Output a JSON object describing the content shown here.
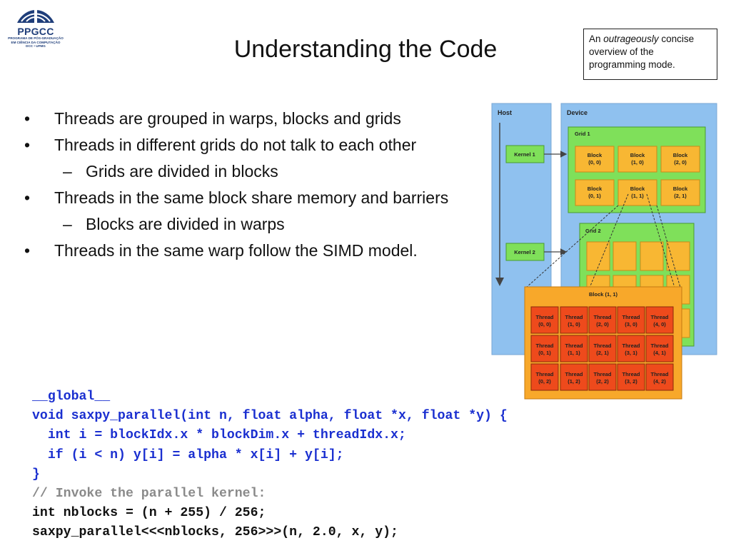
{
  "logo": {
    "name": "PPGCC",
    "line2": "PROGRAMA DE PÓS-GRADUAÇÃO",
    "line3": "EM CIÊNCIA DA COMPUTAÇÃO",
    "line4": "DCC • UFMG"
  },
  "slide": {
    "title": "Understanding the Code"
  },
  "note": {
    "before": "An ",
    "emphasis": "outrageously",
    "after": " concise overview of the programming mode."
  },
  "bullets": [
    {
      "level": 1,
      "text": "Threads are grouped in warps, blocks and grids"
    },
    {
      "level": 1,
      "text": "Threads in different grids do not talk to each other"
    },
    {
      "level": 2,
      "text": "Grids are divided in blocks"
    },
    {
      "level": 1,
      "text": "Threads in the same block share memory and barriers"
    },
    {
      "level": 2,
      "text": "Blocks are divided in warps"
    },
    {
      "level": 1,
      "text": "Threads in the same warp follow the SIMD model."
    }
  ],
  "bullet_marks": {
    "level1": "•",
    "level2": "–"
  },
  "diagram": {
    "host_label": "Host",
    "device_label": "Device",
    "kernel1": "Kernel 1",
    "kernel2": "Kernel 2",
    "grid1": "Grid 1",
    "grid2": "Grid 2",
    "grid1_blocks": [
      "(0, 0)",
      "(1, 0)",
      "(2, 0)",
      "(0, 1)",
      "(1, 1)",
      "(2, 1)"
    ],
    "block_word": "Block",
    "zoom_title": "Block (1, 1)",
    "thread_word": "Thread",
    "threads": [
      "(0, 0)",
      "(1, 0)",
      "(2, 0)",
      "(3, 0)",
      "(4, 0)",
      "(0, 1)",
      "(1, 1)",
      "(2, 1)",
      "(3, 1)",
      "(4, 1)",
      "(0, 2)",
      "(1, 2)",
      "(2, 2)",
      "(3, 2)",
      "(4, 2)"
    ],
    "colors": {
      "host": "#8fc1ef",
      "device": "#8fc1ef",
      "grid": "#7fe05a",
      "block": "#f8b733",
      "zoom": "#f8a82a",
      "thread": "#ee4a1c",
      "kernel": "#7fe05a"
    }
  },
  "code": [
    {
      "text": "__global__",
      "style": "blue"
    },
    {
      "text": "void saxpy_parallel(int n, float alpha, float *x, float *y) {",
      "style": "blue"
    },
    {
      "text": "  int i = blockIdx.x * blockDim.x + threadIdx.x;",
      "style": "blue"
    },
    {
      "text": "  if (i < n) y[i] = alpha * x[i] + y[i];",
      "style": "blue"
    },
    {
      "text": "}",
      "style": "blue"
    },
    {
      "text": "// Invoke the parallel kernel:",
      "style": "gray"
    },
    {
      "text": "int nblocks = (n + 255) / 256;",
      "style": "black"
    },
    {
      "text": "saxpy_parallel<<<nblocks, 256>>>(n, 2.0, x, y);",
      "style": "black"
    }
  ]
}
